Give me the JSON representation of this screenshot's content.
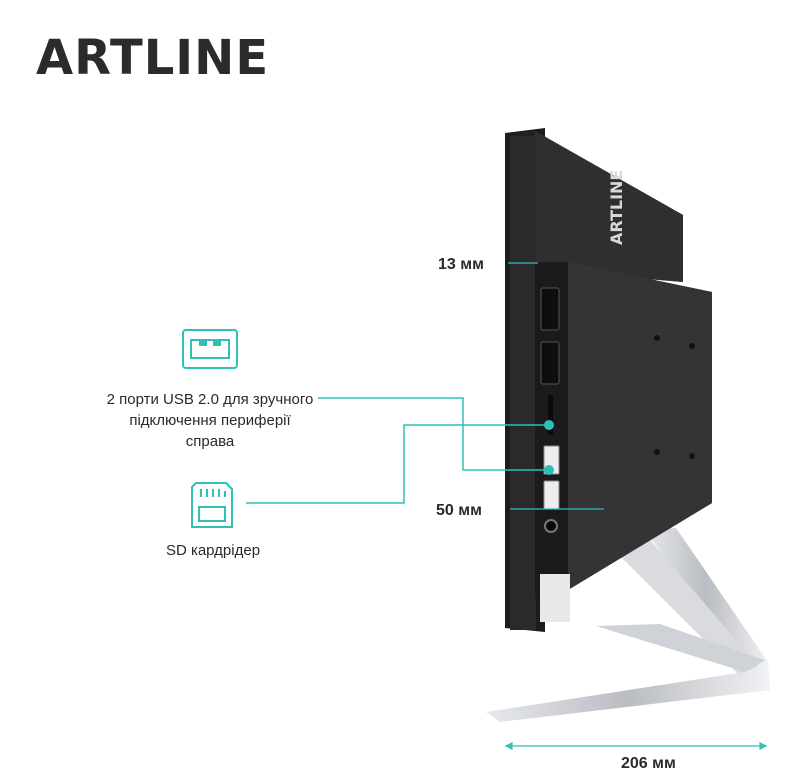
{
  "brand": {
    "logo_text": "ARTLINE",
    "monitor_logo_text": "ARTLINE"
  },
  "colors": {
    "accent": "#2fbfb6",
    "text": "#2a2a2a",
    "logo": "#2b2b2b",
    "monitor": "#2d2d2f",
    "stand": "#c9ccd1"
  },
  "features": {
    "usb": {
      "icon": "usb-port-icon",
      "caption": "2 порти USB 2.0 для зручного підключення периферії справа"
    },
    "sd": {
      "icon": "sd-card-icon",
      "caption": "SD кардрідер"
    }
  },
  "dimensions": {
    "thickness": "13 мм",
    "ports_depth": "50 мм",
    "stand_depth": "206 мм"
  }
}
